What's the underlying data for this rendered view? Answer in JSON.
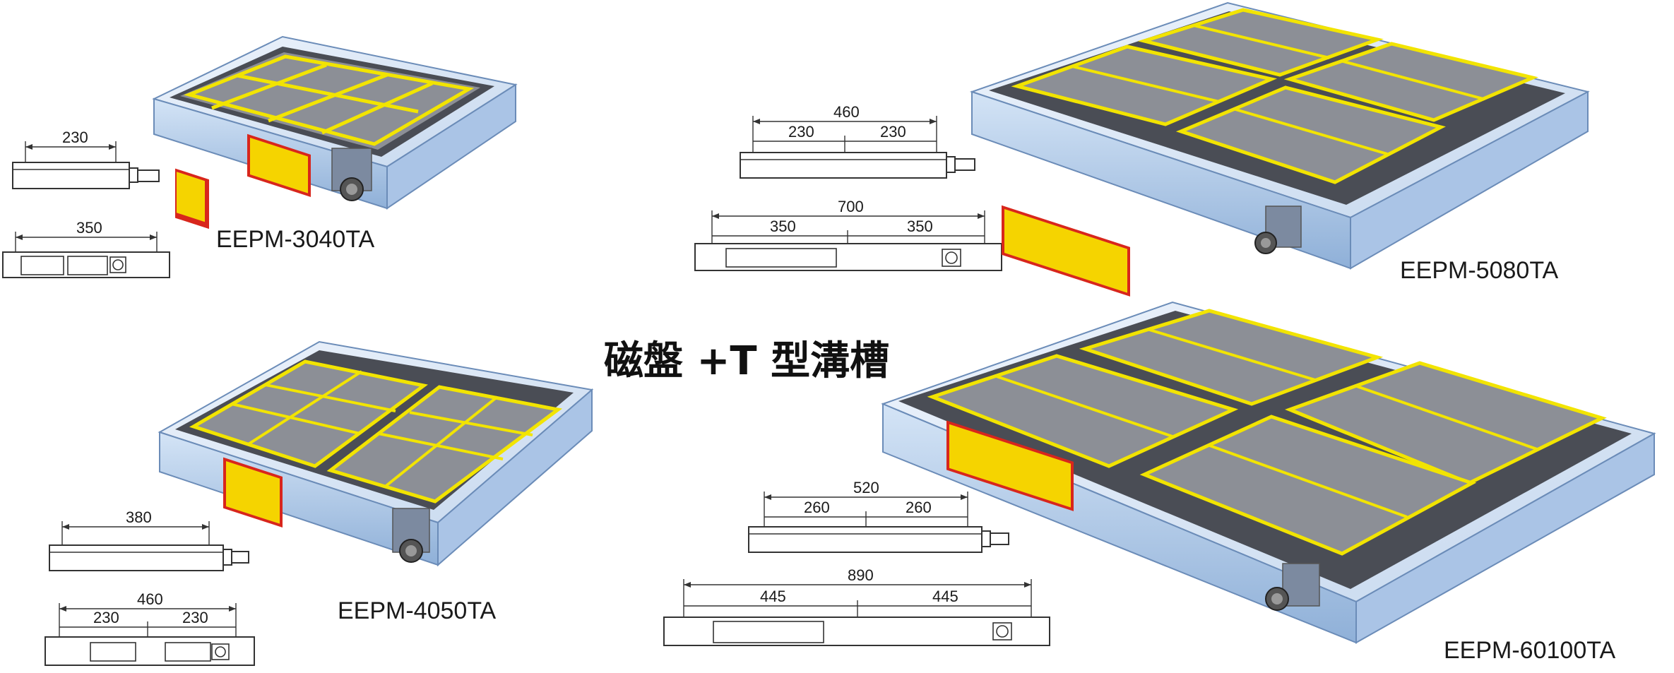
{
  "title": "磁盤 +T 型溝槽",
  "products": [
    {
      "model": "EEPM-3040TA",
      "top_dims": {
        "total": "",
        "parts": [
          "230"
        ]
      },
      "side_dims": {
        "total": "",
        "parts": [
          "350"
        ]
      }
    },
    {
      "model": "EEPM-5080TA",
      "top_dims": {
        "total": "460",
        "parts": [
          "230",
          "230"
        ]
      },
      "side_dims": {
        "total": "700",
        "parts": [
          "350",
          "350"
        ]
      }
    },
    {
      "model": "EEPM-4050TA",
      "top_dims": {
        "total": "",
        "parts": [
          "380"
        ]
      },
      "side_dims": {
        "total": "460",
        "parts": [
          "230",
          "230"
        ]
      }
    },
    {
      "model": "EEPM-60100TA",
      "top_dims": {
        "total": "520",
        "parts": [
          "260",
          "260"
        ]
      },
      "side_dims": {
        "total": "890",
        "parts": [
          "445",
          "445"
        ]
      }
    }
  ],
  "colors": {
    "plate_body": "#c9dcf2",
    "plate_side": "#9fbde0",
    "plate_top": "#e3eefa",
    "pole_gray": "#8c8f96",
    "grid_yellow": "#f2e400",
    "label_red": "#d8261c",
    "label_yellow": "#f5d400"
  }
}
